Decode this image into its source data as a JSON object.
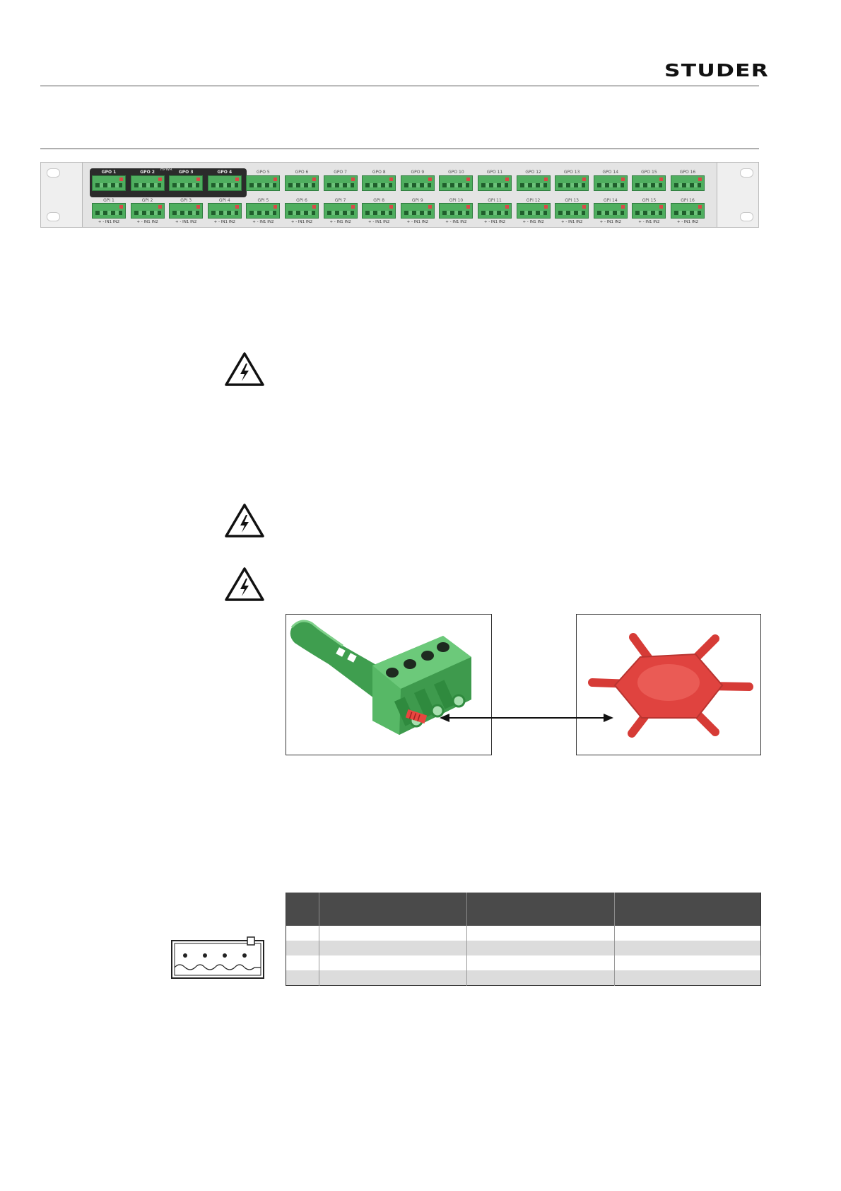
{
  "header": {
    "brand": "STUDER"
  },
  "colors": {
    "rule": "#555555",
    "connector_green": "#4fae5f",
    "table_header": "#4a4a4a",
    "hex_key": "#e0433f"
  },
  "rack_panel": {
    "hpwr_label": "HPWR",
    "gpo_connectors": [
      "GPO 1",
      "GPO 2",
      "GPO 3",
      "GPO 4"
    ],
    "top_row": [
      "GPO 5",
      "GPO 6",
      "GPO 7",
      "GPO 8",
      "GPO 9",
      "GPO 10",
      "GPO 11",
      "GPO 12",
      "GPO 13",
      "GPO 14",
      "GPO 15",
      "GPO 16"
    ],
    "bottom_row": [
      "GPI 1",
      "GPI 2",
      "GPI 3",
      "GPI 4",
      "GPI 5",
      "GPI 6",
      "GPI 7",
      "GPI 8",
      "GPI 9",
      "GPI 10",
      "GPI 11",
      "GPI 12",
      "GPI 13",
      "GPI 14",
      "GPI 15",
      "GPI 16"
    ],
    "gpi_pin_label": "+  -  IN1  IN2"
  },
  "icons": {
    "warning": "electric-hazard-warning-icon"
  },
  "pin_table": {
    "header_count": 4,
    "row_count": 4
  }
}
